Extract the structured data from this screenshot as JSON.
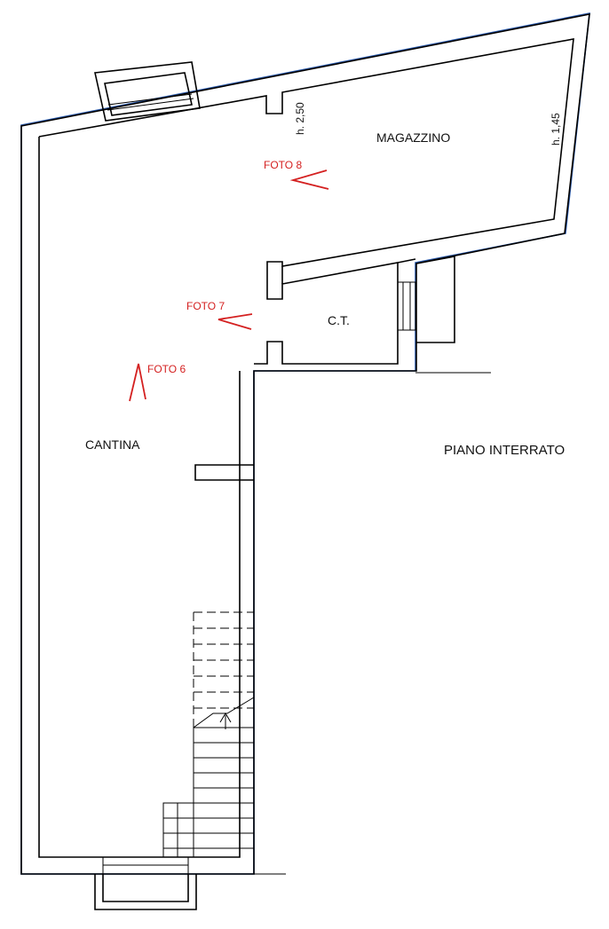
{
  "colors": {
    "outline": "#2f5fb0",
    "photo_marker": "#d42020",
    "walls": "#000000"
  },
  "rooms": {
    "magazzino": "MAGAZZINO",
    "ct": "C.T.",
    "cantina": "CANTINA"
  },
  "floor_label": "PIANO INTERRATO",
  "heights": {
    "h1": "h. 2,50",
    "h2": "h. 1,45"
  },
  "photos": {
    "foto6": "FOTO 6",
    "foto7": "FOTO 7",
    "foto8": "FOTO 8"
  }
}
